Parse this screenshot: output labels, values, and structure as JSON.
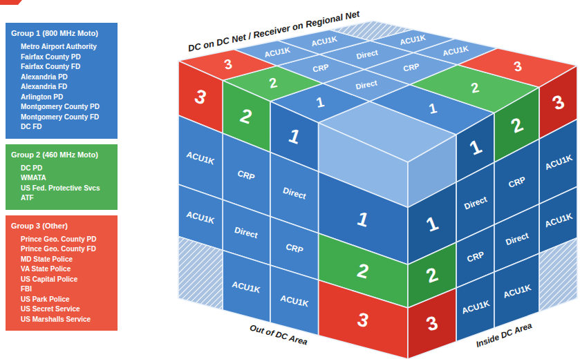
{
  "diagram": {
    "nodes": [
      {
        "text": [
          "Group 1 (800 MHz Moto)",
          "Metro Airport Authority",
          "Fairfax County PD",
          "Fairfax County FD",
          "Alexandria PD",
          "Alexandria FD",
          "Arlington PD",
          "Montgomery County PD",
          "Montgomery County FD",
          "DC FD"
        ]
      },
      {
        "text": [
          "Group 2 (460 MHz Moto)",
          "DC PD",
          "WMATA",
          "US Fed. Protective Svcs",
          "ATF"
        ]
      },
      {
        "text": [
          "Group 3 (Other)",
          "Prince Geo. County PD",
          "Prince Geo. County FD",
          "MD State Police",
          "VA State Police",
          "US Capital Police",
          "FBI",
          "US Park Police",
          "US Secret Service",
          "US Marshalls Service"
        ]
      }
    ],
    "labels": [
      "DC on DC Net / Receiver on Regional Net",
      "ACU1K",
      "ACU1K",
      "Direct",
      "ACU1K",
      "CRP",
      "Direct",
      "CRP",
      "ACU1K",
      "3",
      "2",
      "1",
      "1",
      "2",
      "3",
      "3",
      "2",
      "1",
      "1",
      "2",
      "3",
      "ACU1K",
      "CRP",
      "Direct",
      "1",
      "1",
      "Direct",
      "CRP",
      "ACU1K",
      "ACU1K",
      "Direct",
      "CRP",
      "2",
      "2",
      "CRP",
      "Direct",
      "ACU1K",
      "ACU1K",
      "ACU1K",
      "3",
      "3",
      "ACU1K",
      "ACU1K",
      "Out of DC Area",
      "Inside DC Area"
    ]
  }
}
